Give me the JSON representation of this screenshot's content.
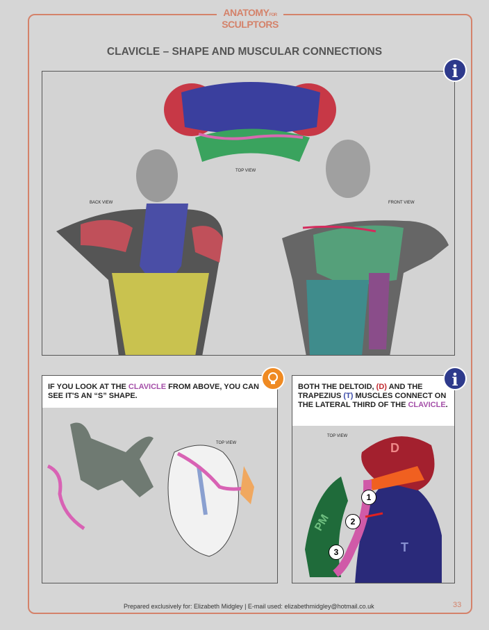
{
  "logo": {
    "line1": "ANATOMY",
    "for": "FOR",
    "line2": "SCULPTORS"
  },
  "title": "CLAVICLE – SHAPE AND MUSCULAR CONNECTIONS",
  "top_panel": {
    "labels": {
      "top_view": "TOP VIEW",
      "back_view": "BACK VIEW",
      "front_view": "FRONT VIEW"
    },
    "icon": "i"
  },
  "left_panel": {
    "text_before": "IF YOU LOOK AT THE ",
    "highlight": "CLAVICLE",
    "text_after": " FROM ABOVE, YOU CAN SEE IT'S AN “S” SHAPE.",
    "top_view": "TOP VIEW"
  },
  "right_panel": {
    "t1": "BOTH THE DELTOID, ",
    "d": "(D)",
    "t2": " AND THE TRAPEZIUS ",
    "t": "(T)",
    "t3": " MUSCLES CONNECT ON THE LATERAL THIRD OF THE ",
    "clavicle": "CLAVICLE",
    "t4": ".",
    "top_view": "TOP VIEW",
    "icon": "i",
    "labels": {
      "D": "D",
      "T": "T",
      "PM": "PM",
      "n1": "1",
      "n2": "2",
      "n3": "3"
    }
  },
  "footer": "Prepared exclusively for: Elizabeth Midgley | E-mail used: elizabethmidgley@hotmail.co.uk",
  "page_number": "33",
  "colors": {
    "accent": "#d4826a",
    "info": "#2e3a8c",
    "tip": "#ef8a22",
    "clavicle": "#a44ea8"
  }
}
